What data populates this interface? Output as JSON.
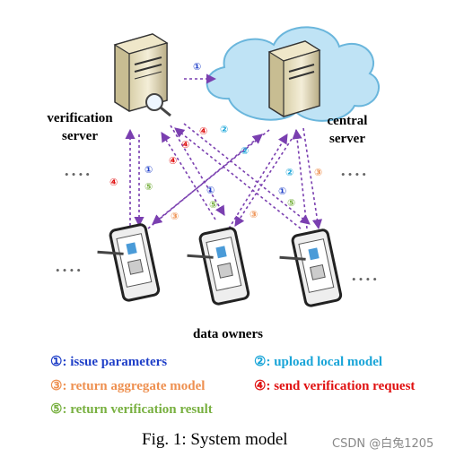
{
  "labels": {
    "verification_server": [
      "verification",
      "server"
    ],
    "central_server": [
      "central",
      "server"
    ],
    "data_owners": "data owners"
  },
  "legend": [
    {
      "mark": "①",
      "text": ": issue parameters",
      "color": "#1f3fc8"
    },
    {
      "mark": "②",
      "text": ": upload local model",
      "color": "#1aa5d8"
    },
    {
      "mark": "③",
      "text": ": return aggregate model",
      "color": "#ee9050"
    },
    {
      "mark": "④",
      "text": ": send verification request",
      "color": "#e01010"
    },
    {
      "mark": "⑤",
      "text": ": return verification result",
      "color": "#78b040"
    }
  ],
  "marks": {
    "m1": "①",
    "m2": "②",
    "m3": "③",
    "m4": "④",
    "m5": "⑤"
  },
  "caption": "Fig. 1: System model",
  "watermark": "CSDN @白兔1205",
  "ellipsis": "• • • •",
  "colors": {
    "arrow": "#7a3fb0",
    "cloud": "#bfe3f5",
    "c1": "#1f3fc8",
    "c2": "#1aa5d8",
    "c3": "#ee9050",
    "c4": "#e01010",
    "c5": "#78b040"
  }
}
